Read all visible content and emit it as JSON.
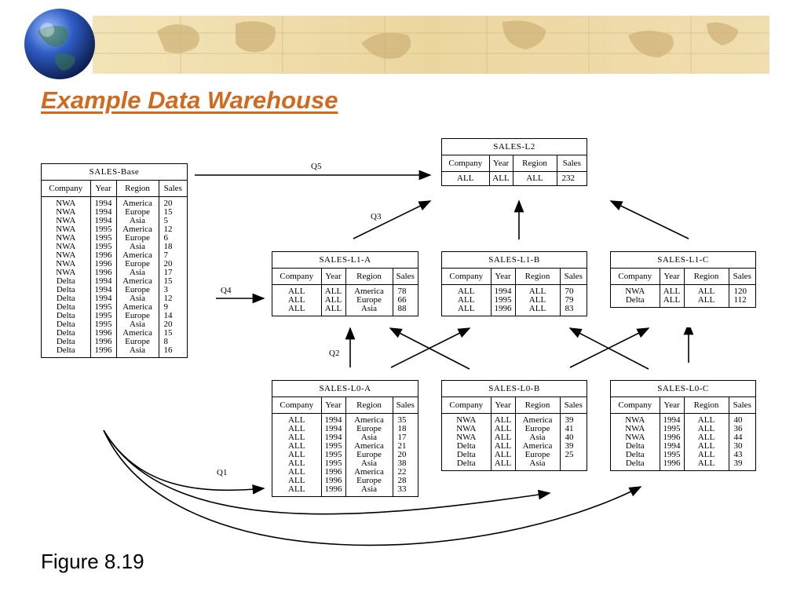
{
  "slide": {
    "title": "Example Data Warehouse",
    "caption": "Figure 8.19"
  },
  "colors": {
    "title": "#d2691e",
    "banner_bg": "#ecd9a6",
    "globe": "#1d3f8f"
  },
  "columns": [
    "Company",
    "Year",
    "Region",
    "Sales"
  ],
  "tables": {
    "base": {
      "name": "SALES-Base",
      "company": "NWA\nNWA\nNWA\nNWA\nNWA\nNWA\nNWA\nNWA\nNWA\nDelta\nDelta\nDelta\nDelta\nDelta\nDelta\nDelta\nDelta\nDelta",
      "year": "1994\n1994\n1994\n1995\n1995\n1995\n1996\n1996\n1996\n1994\n1994\n1994\n1995\n1995\n1995\n1996\n1996\n1996",
      "region": "America\nEurope\nAsia\nAmerica\nEurope\nAsia\nAmerica\nEurope\nAsia\nAmerica\nEurope\nAsia\nAmerica\nEurope\nAsia\nAmerica\nEurope\nAsia",
      "sales": "20\n15\n5\n12\n6\n18\n7\n20\n17\n15\n3\n12\n9\n14\n20\n15\n8\n16"
    },
    "l2": {
      "name": "SALES-L2",
      "company": "ALL",
      "year": "ALL",
      "region": "ALL",
      "sales": "232"
    },
    "l1a": {
      "name": "SALES-L1-A",
      "company": "ALL\nALL\nALL",
      "year": "ALL\nALL\nALL",
      "region": "America\nEurope\nAsia",
      "sales": "78\n66\n88"
    },
    "l1b": {
      "name": "SALES-L1-B",
      "company": "ALL\nALL\nALL",
      "year": "1994\n1995\n1996",
      "region": "ALL\nALL\nALL",
      "sales": "70\n79\n83"
    },
    "l1c": {
      "name": "SALES-L1-C",
      "company": "NWA\nDelta",
      "year": "ALL\nALL",
      "region": "ALL\nALL",
      "sales": "120\n112"
    },
    "l0a": {
      "name": "SALES-L0-A",
      "company": "ALL\nALL\nALL\nALL\nALL\nALL\nALL\nALL\nALL",
      "year": "1994\n1994\n1994\n1995\n1995\n1995\n1996\n1996\n1996",
      "region": "America\nEurope\nAsia\nAmerica\nEurope\nAsia\nAmerica\nEurope\nAsia",
      "sales": "35\n18\n17\n21\n20\n38\n22\n28\n33"
    },
    "l0b": {
      "name": "SALES-L0-B",
      "company": "NWA\nNWA\nNWA\nDelta\nDelta\nDelta",
      "year": "ALL\nALL\nALL\nALL\nALL\nALL",
      "region": "America\nEurope\nAsia\nAmerica\nEurope\nAsia",
      "sales": "39\n41\n40\n39\n25"
    },
    "l0c": {
      "name": "SALES-L0-C",
      "company": "NWA\nNWA\nNWA\nDelta\nDelta\nDelta",
      "year": "1994\n1995\n1996\n1994\n1995\n1996",
      "region": "ALL\nALL\nALL\nALL\nALL\nALL",
      "sales": "40\n36\n44\n30\n43\n39"
    }
  },
  "queries": {
    "q1": "Q1",
    "q2": "Q2",
    "q3": "Q3",
    "q4": "Q4",
    "q5": "Q5"
  }
}
